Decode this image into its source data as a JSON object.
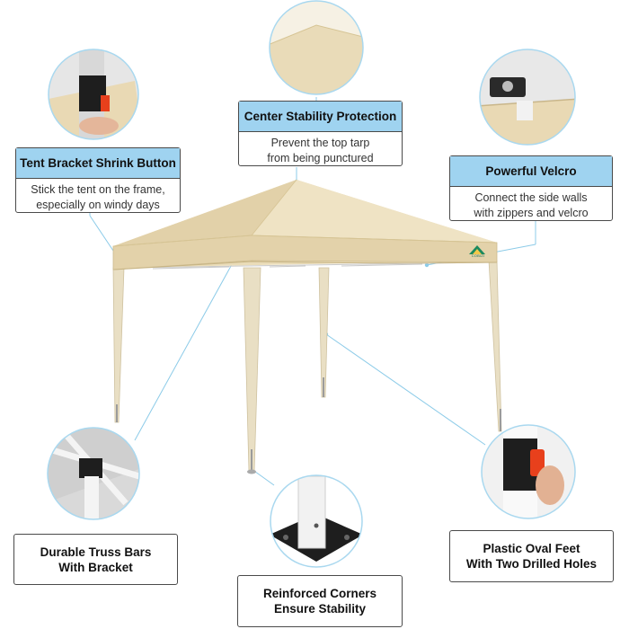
{
  "callouts": {
    "shrink_button": {
      "title": "Tent Bracket Shrink Button",
      "lines": [
        "Stick the tent on the frame,",
        "especially on windy days"
      ]
    },
    "center_stability": {
      "title": "Center Stability Protection",
      "lines": [
        "Prevent the top tarp",
        "from being punctured"
      ]
    },
    "velcro": {
      "title": "Powerful Velcro",
      "lines": [
        "Connect the side walls",
        "with zippers and velcro"
      ]
    },
    "truss_bars": {
      "lines": [
        "Durable Truss Bars",
        "With Bracket"
      ]
    },
    "corners": {
      "lines": [
        "Reinforced Corners",
        "Ensure Stability"
      ]
    },
    "feet": {
      "lines": [
        "Plastic Oval Feet",
        "With Two Drilled Holes"
      ]
    }
  },
  "logo": {
    "text": "COBIZI"
  },
  "colors": {
    "canopy": "#eadcb8",
    "canopy_shade": "#d9c79c",
    "frame": "#e9dfc4",
    "callout_header": "#9fd3f0",
    "leader_line": "#8ccbe8",
    "circle_border": "#a9d8ef",
    "accent_red": "#e8401c"
  }
}
